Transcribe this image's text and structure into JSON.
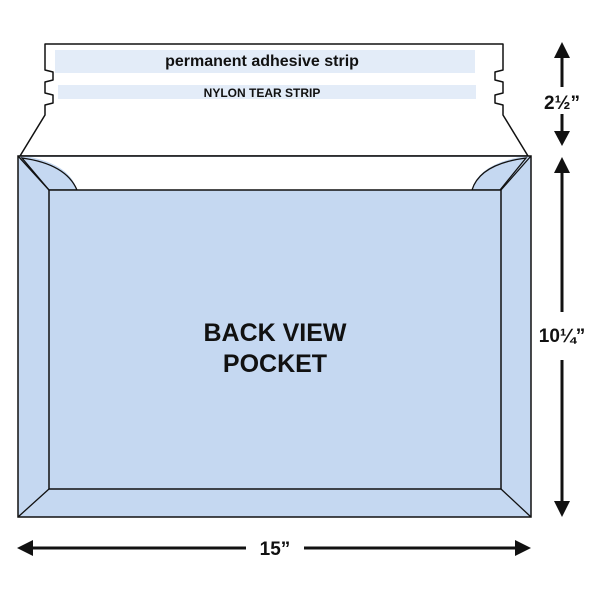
{
  "flap": {
    "adhesive_label": "permanent adhesive strip",
    "tear_label": "NYLON TEAR STRIP"
  },
  "pocket": {
    "label_line1": "BACK VIEW",
    "label_line2": "POCKET"
  },
  "dimensions": {
    "flap_height": "2½”",
    "pocket_height": "10¼”",
    "width": "15”"
  },
  "colors": {
    "envelope_fill": "#c5d8f1",
    "strip_fill": "#e3ecf8",
    "outline": "#111111"
  }
}
